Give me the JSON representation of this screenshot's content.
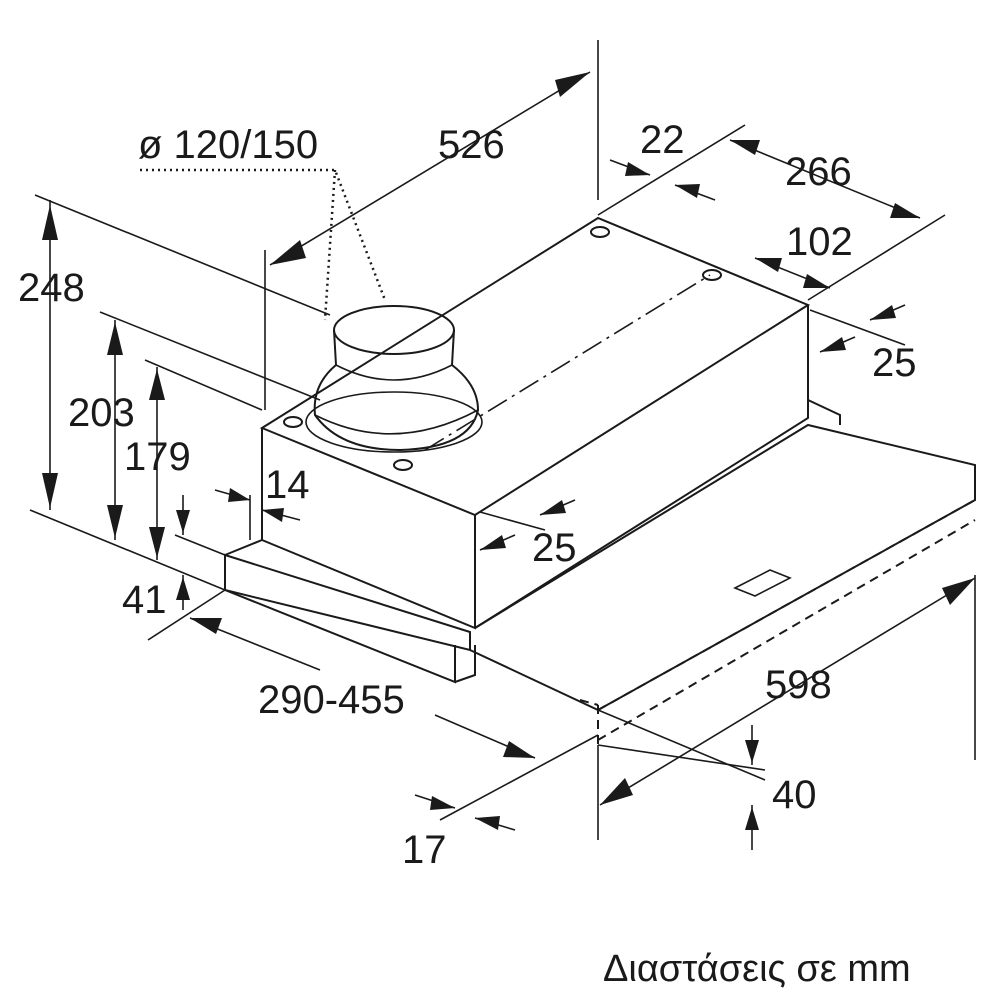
{
  "diagram": {
    "labels": {
      "duct_diameter": "ø 120/150",
      "depth_total": "526",
      "offset_22": "22",
      "width_266": "266",
      "width_102": "102",
      "offset_25_top": "25",
      "height_248": "248",
      "height_203": "203",
      "height_179": "179",
      "offset_14": "14",
      "offset_25_front": "25",
      "height_41": "41",
      "depth_extension": "290-455",
      "width_598": "598",
      "height_40": "40",
      "offset_17": "17"
    },
    "caption": "Διαστάσεις σε mm"
  }
}
